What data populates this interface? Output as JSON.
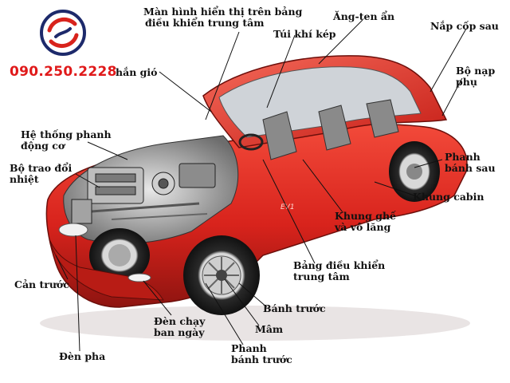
{
  "phone": "090.250.2228",
  "labels": {
    "screen_line1": "Màn hình hiển thị trên bảng",
    "screen_line2": "điều khiển trung tâm",
    "antenna": "Ăng-ten ẩn",
    "trunk_lid": "Nắp cốp sau",
    "airbag": "Túi khí kép",
    "charger_line1": "Bộ nạp",
    "charger_line2": "phụ",
    "wiper_partial": "hắn gió",
    "brake_system_line1": "Hệ thống phanh",
    "brake_system_line2": "động cơ",
    "heat_exchanger_line1": "Bộ trao đổi",
    "heat_exchanger_line2": "nhiệt",
    "rear_brake_line1": "Phanh",
    "rear_brake_line2": "bánh sau",
    "cabin_frame": "Khung cabin",
    "seat_frame_line1": "Khung ghế",
    "seat_frame_line2": "và vô lăng",
    "dashboard_line1": "Bảng điều khiển",
    "dashboard_line2": "trung tâm",
    "front_bumper": "Cản trước",
    "front_wheel": "Bánh trước",
    "daytime_light_line1": "Đèn chạy",
    "daytime_light_line2": "ban ngày",
    "rim": "Mâm",
    "headlight": "Đèn pha",
    "front_brake_line1": "Phanh",
    "front_brake_line2": "bánh trước"
  },
  "colors": {
    "car_red": "#d8231c",
    "car_dark": "#8e1410",
    "phone_red": "#e0191a",
    "logo_navy": "#1d2a6b"
  }
}
